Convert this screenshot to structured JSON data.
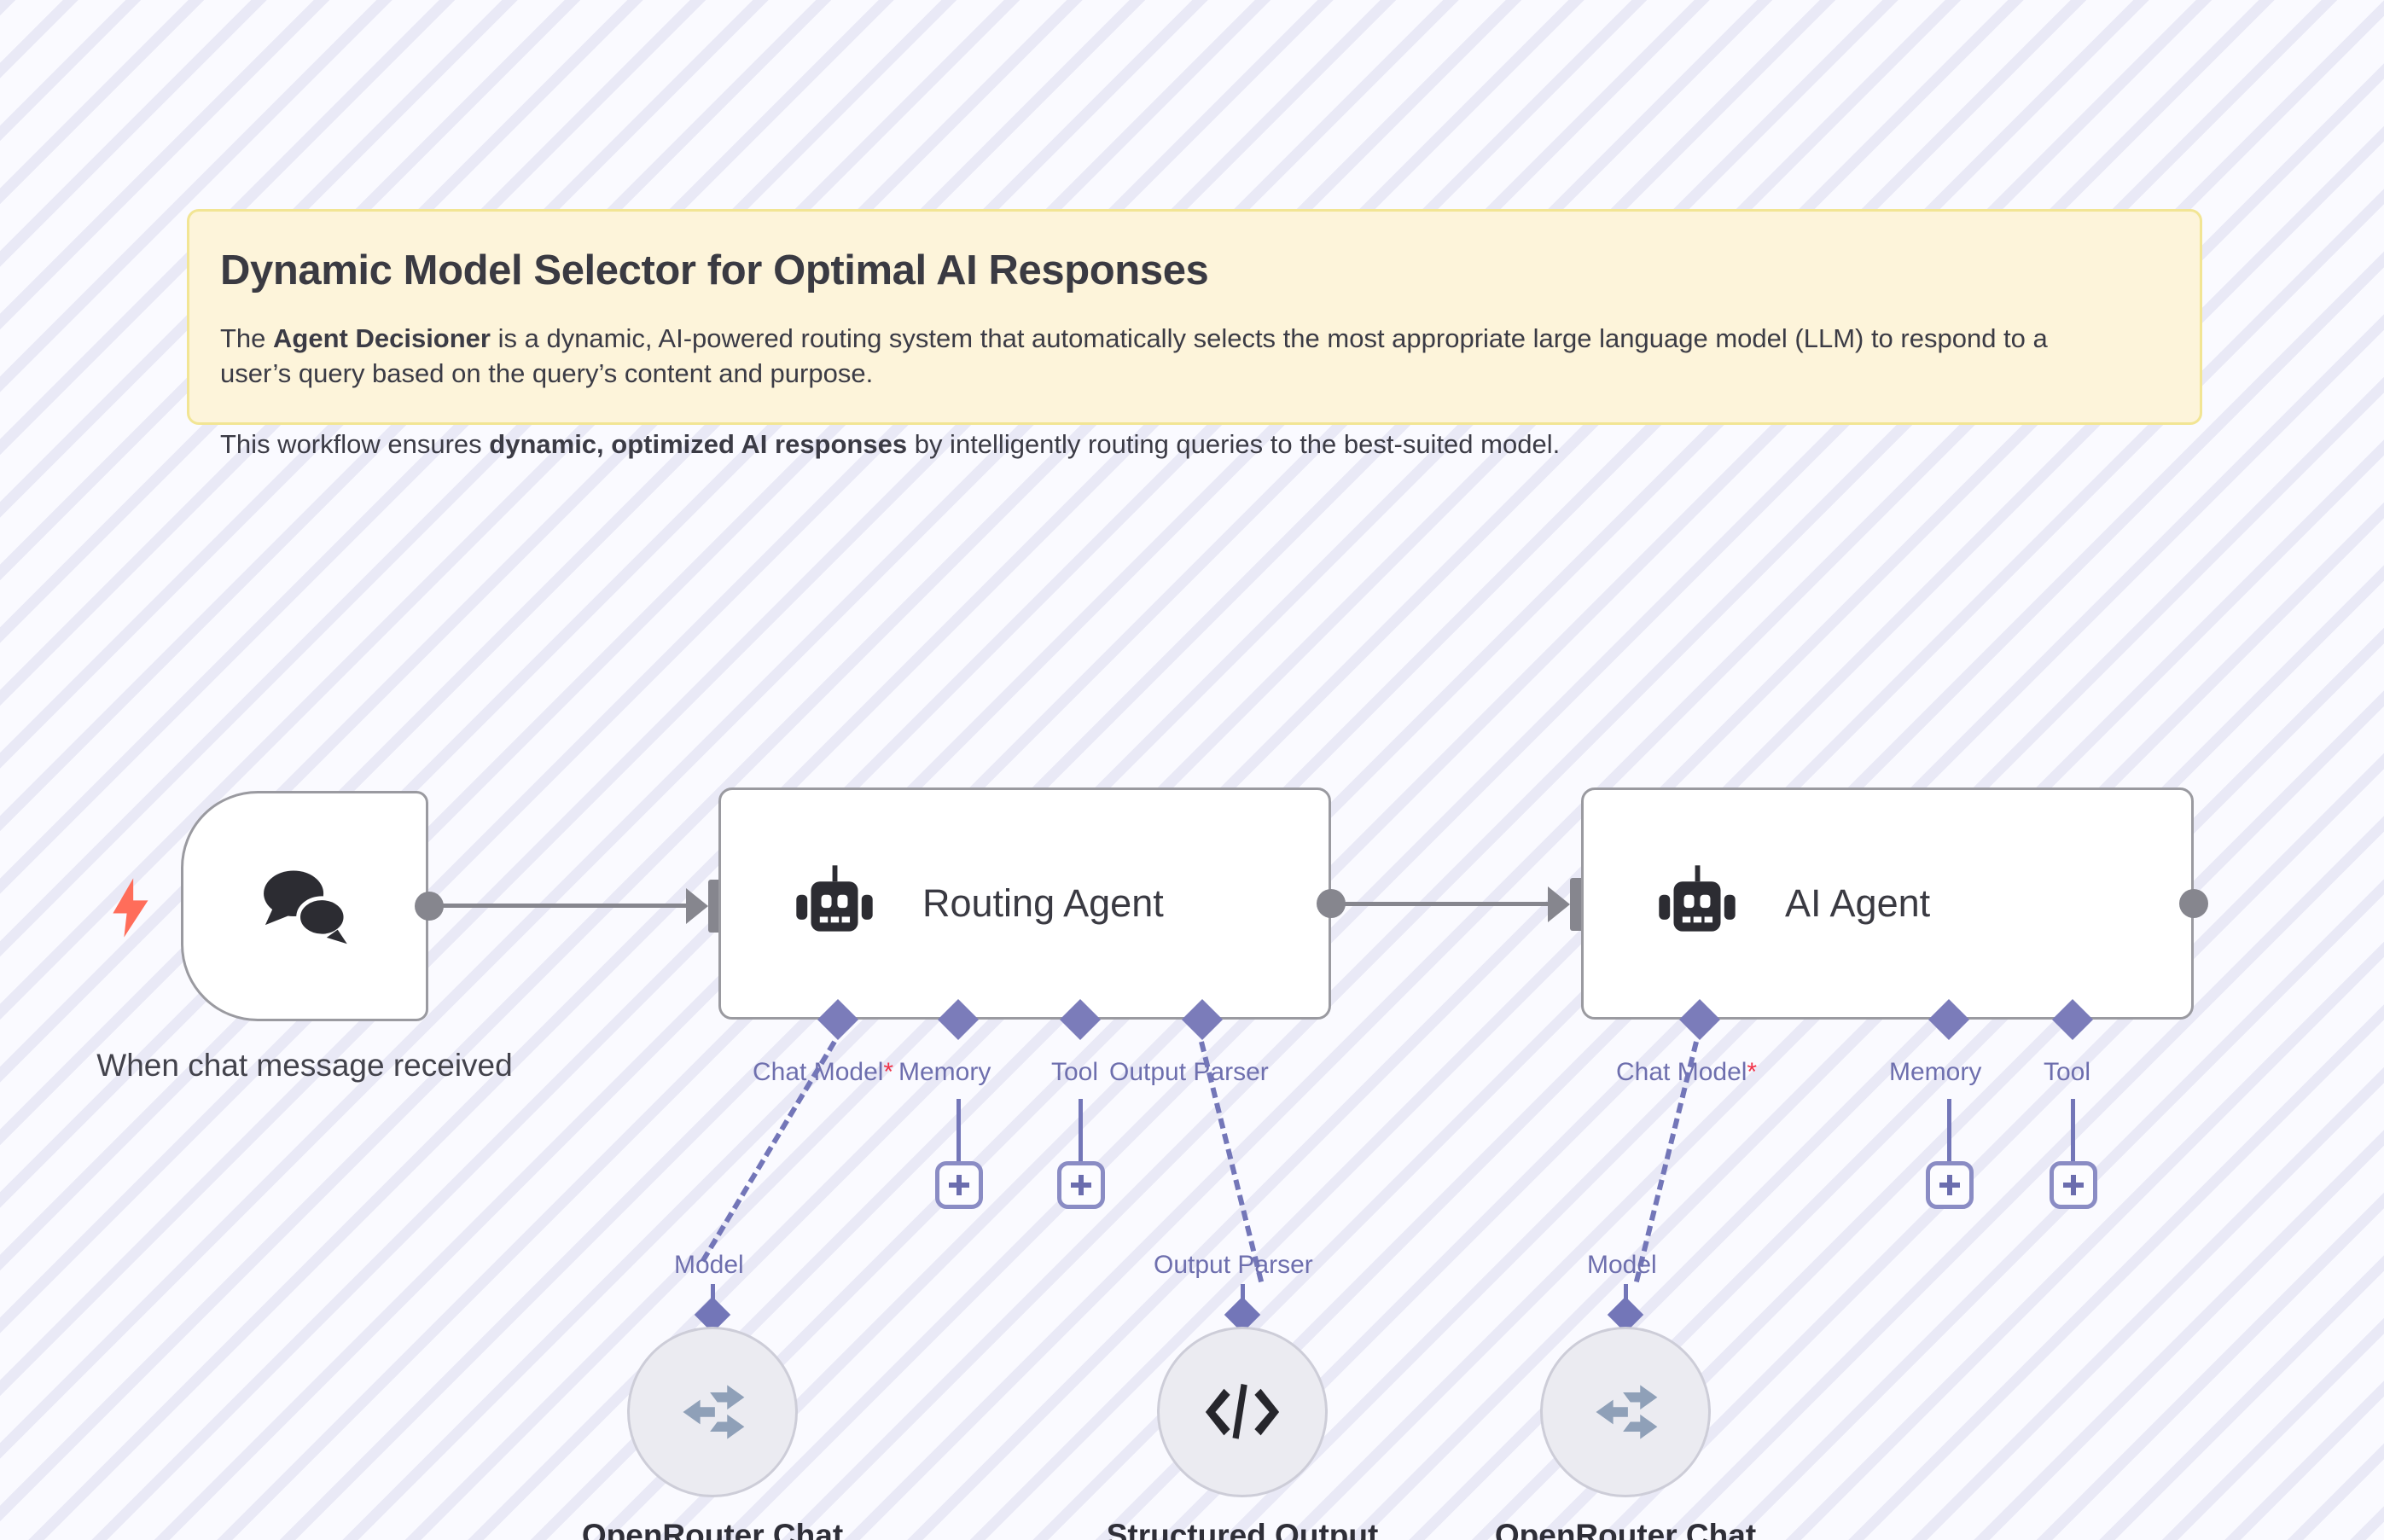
{
  "canvas": {
    "background_color": "#fbfbfe",
    "stripe_color": "#e9e9f6"
  },
  "sticky_note": {
    "title": "Dynamic Model Selector for Optimal AI Responses",
    "background_color": "#fdf4da",
    "border_color": "#f2e594",
    "paragraph_1": {
      "before_bold": "The ",
      "bold": "Agent Decisioner",
      "after_bold": " is a dynamic, AI-powered routing system that automatically selects the most appropriate large language model (LLM) to respond to a user’s query based on the query’s content and purpose."
    },
    "paragraph_2": {
      "before_bold": "This workflow ensures ",
      "bold": "dynamic, optimized AI responses",
      "after_bold": " by intelligently routing queries to the best-suited model."
    }
  },
  "nodes": {
    "trigger": {
      "caption": "When chat message received",
      "icon": "chat-bubbles-icon",
      "badge_icon": "lightning-bolt-icon",
      "badge_color": "#ff6d5a"
    },
    "routing_agent": {
      "title": "Routing Agent",
      "icon": "robot-icon",
      "ports": [
        {
          "label": "Chat Model",
          "required": true,
          "required_marker": "*"
        },
        {
          "label": "Memory",
          "required": false,
          "required_marker": ""
        },
        {
          "label": "Tool",
          "required": false,
          "required_marker": ""
        },
        {
          "label": "Output Parser",
          "required": false,
          "required_marker": ""
        }
      ]
    },
    "ai_agent": {
      "title": "AI Agent",
      "icon": "robot-icon",
      "ports": [
        {
          "label": "Chat Model",
          "required": true,
          "required_marker": "*"
        },
        {
          "label": "Memory",
          "required": false,
          "required_marker": ""
        },
        {
          "label": "Tool",
          "required": false,
          "required_marker": ""
        }
      ]
    }
  },
  "sub_nodes": [
    {
      "port_label": "Model",
      "caption": "OpenRouter Chat",
      "icon": "openrouter-arrow-icon",
      "icon_color": "#8fa0b8"
    },
    {
      "port_label": "Output Parser",
      "caption": "Structured Output",
      "icon": "code-brackets-icon",
      "icon_color": "#26262c"
    },
    {
      "port_label": "Model",
      "caption": "OpenRouter Chat",
      "icon": "openrouter-arrow-icon",
      "icon_color": "#8fa0b8"
    }
  ],
  "add_buttons": [
    {
      "name": "add-memory-routing",
      "label": "+"
    },
    {
      "name": "add-tool-routing",
      "label": "+"
    },
    {
      "name": "add-memory-ai",
      "label": "+"
    },
    {
      "name": "add-tool-ai",
      "label": "+"
    }
  ],
  "colors": {
    "port_purple": "#7376b8",
    "port_label_purple": "#6e6fae",
    "connector_gray": "#86868e",
    "node_border": "#9a9aa0",
    "required_red": "#f1344a"
  }
}
